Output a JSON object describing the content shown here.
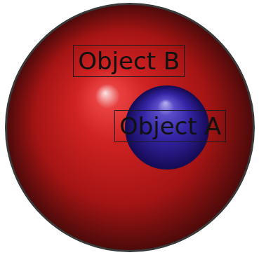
{
  "diagram": {
    "nodes": [
      {
        "text": [
          "Object B"
        ]
      },
      {
        "text": [
          "Object A"
        ],
        "in": 0
      }
    ]
  }
}
